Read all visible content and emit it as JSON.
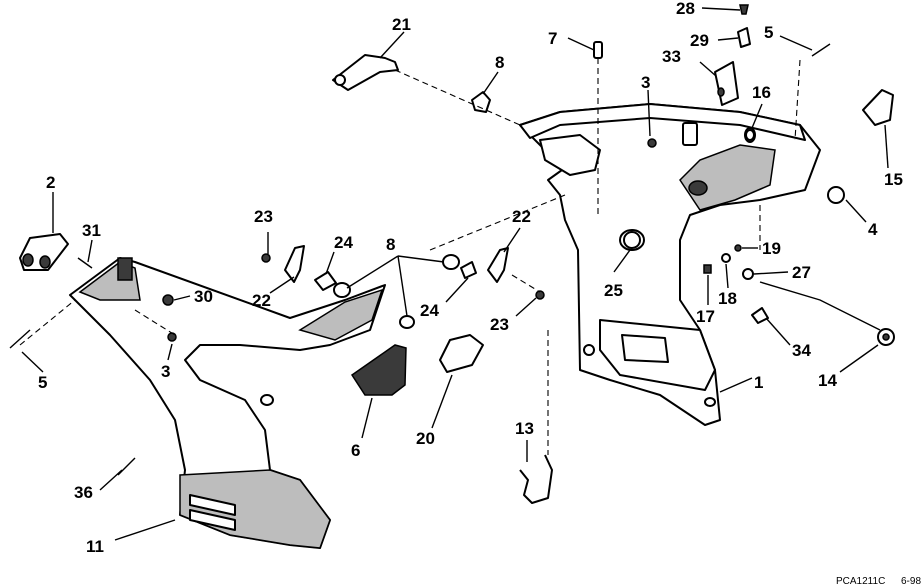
{
  "callouts": [
    {
      "n": "1"
    },
    {
      "n": "2"
    },
    {
      "n": "3"
    },
    {
      "n": "3"
    },
    {
      "n": "4"
    },
    {
      "n": "5"
    },
    {
      "n": "5"
    },
    {
      "n": "6"
    },
    {
      "n": "7"
    },
    {
      "n": "8"
    },
    {
      "n": "8"
    },
    {
      "n": "11"
    },
    {
      "n": "13"
    },
    {
      "n": "14"
    },
    {
      "n": "15"
    },
    {
      "n": "16"
    },
    {
      "n": "17"
    },
    {
      "n": "18"
    },
    {
      "n": "19"
    },
    {
      "n": "20"
    },
    {
      "n": "21"
    },
    {
      "n": "22"
    },
    {
      "n": "22"
    },
    {
      "n": "23"
    },
    {
      "n": "23"
    },
    {
      "n": "24"
    },
    {
      "n": "24"
    },
    {
      "n": "25"
    },
    {
      "n": "27"
    },
    {
      "n": "28"
    },
    {
      "n": "29"
    },
    {
      "n": "30"
    },
    {
      "n": "31"
    },
    {
      "n": "33"
    },
    {
      "n": "34"
    },
    {
      "n": "36"
    }
  ],
  "footer": {
    "code_left": "PCA1211C",
    "code_right": "6-98"
  },
  "colors": {
    "line": "#000000",
    "fill": "#ffffff",
    "shade": "#bdbdbd"
  }
}
